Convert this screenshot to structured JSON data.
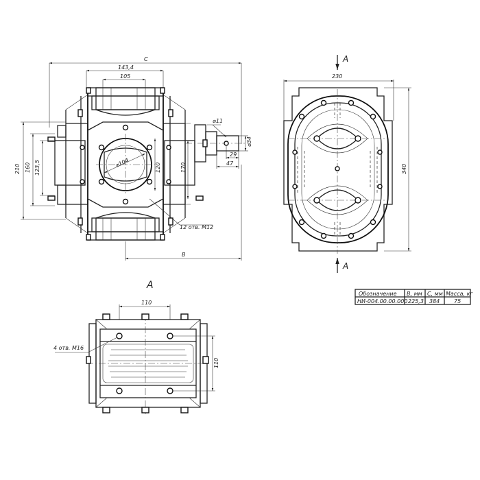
{
  "view_a_letter": "A",
  "section_marks": {
    "top": "A",
    "bottom": "A"
  },
  "dims_front": {
    "c": "C",
    "w143": "143,4",
    "w105": "105",
    "phi11": "⌀11",
    "h210": "210",
    "h160": "160",
    "h1235": "123,5",
    "phi104": "⌀104",
    "h120": "120",
    "h170": "170",
    "d29": "29",
    "phi34": "⌀34",
    "d47": "47",
    "holes": "12 отв. М12",
    "b": "B"
  },
  "dims_side": {
    "w230": "230",
    "h340": "340"
  },
  "dims_view_a": {
    "w110": "110",
    "h110": "110",
    "holes": "4 отв. М16"
  },
  "table": {
    "headers": [
      "Обозначение",
      "B, мм",
      "C, мм",
      "Масса, кг"
    ],
    "rows": [
      [
        "НИ-004.00.00.000",
        "225,3",
        "384",
        "75"
      ]
    ]
  }
}
